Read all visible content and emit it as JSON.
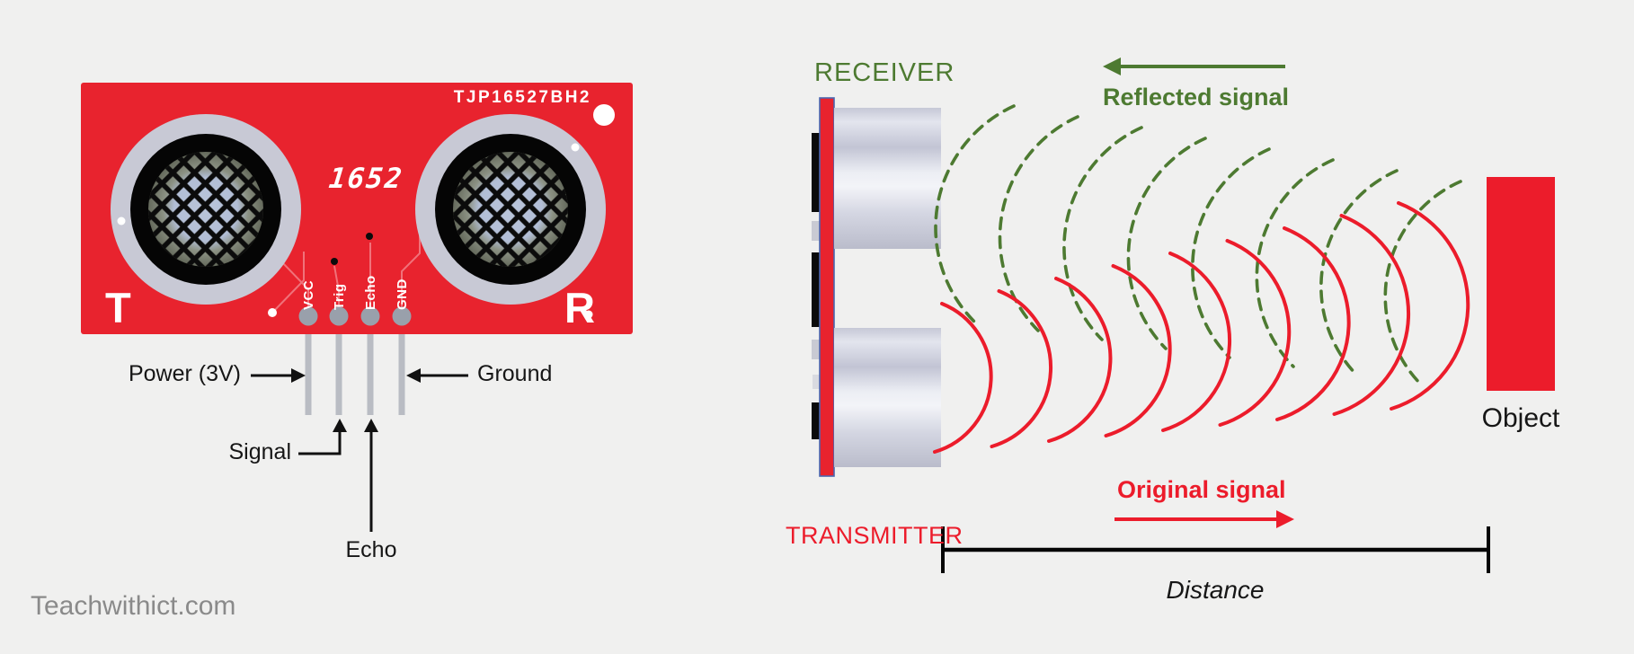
{
  "watermark": "Teachwithict.com",
  "colors": {
    "background": "#f0f0ef",
    "pcb_red": "#e8232e",
    "diagram_red": "#ec1c2b",
    "green": "#4d7a31",
    "ring_gray": "#c8c9d5",
    "mesh_blue": "#b6c2d8",
    "pad_gray": "#99a0ab",
    "pin_gray": "#b9bcc3",
    "board_outline_blue": "#4a66b0",
    "text_black": "#161616",
    "watermark_gray": "#8a8a8a"
  },
  "pcb": {
    "part_number": "TJP16527BH2",
    "display_code": "1652",
    "transmitter_letter": "T",
    "receiver_letter": "R",
    "pins": [
      {
        "label": "VCC"
      },
      {
        "label": "Trig"
      },
      {
        "label": "Echo"
      },
      {
        "label": "GND"
      }
    ],
    "annotations": {
      "power": "Power (3V)",
      "ground": "Ground",
      "signal": "Signal",
      "echo": "Echo"
    }
  },
  "diagram": {
    "receiver_label": "RECEIVER",
    "transmitter_label": "TRANSMITTER",
    "reflected_signal_label": "Reflected signal",
    "original_signal_label": "Original signal",
    "object_label": "Object",
    "distance_label": "Distance",
    "waves": {
      "original_count": 9,
      "reflected_count": 8
    }
  }
}
